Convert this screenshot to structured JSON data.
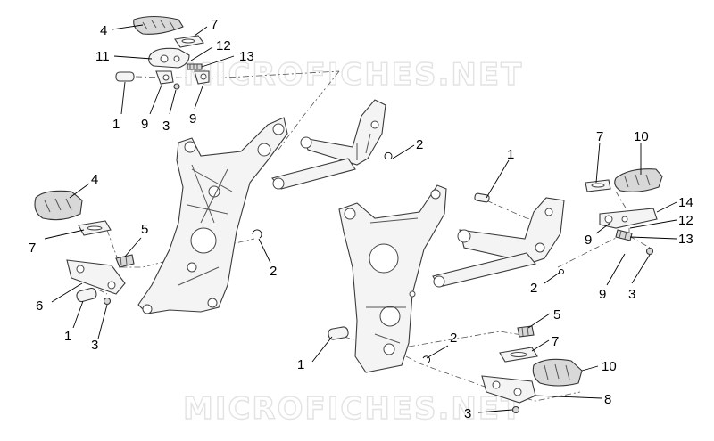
{
  "watermark": {
    "text": "MICROFICHES.NET"
  },
  "callouts": {
    "a4": "4",
    "a7": "7",
    "a11": "11",
    "a12": "12",
    "a13": "13",
    "a1": "1",
    "a9": "9",
    "a3": "3",
    "a9b": "9",
    "b4": "4",
    "b5": "5",
    "b7": "7",
    "b6": "6",
    "b1": "1",
    "b3": "3",
    "c2": "2",
    "d2": "2",
    "e1": "1",
    "e7": "7",
    "e10": "10",
    "e14": "14",
    "e12": "12",
    "e9": "9",
    "e13": "13",
    "e9b": "9",
    "e3": "3",
    "e2": "2",
    "f5": "5",
    "f7": "7",
    "f2": "2",
    "f1": "1",
    "f10": "10",
    "f8": "8",
    "f3": "3"
  }
}
